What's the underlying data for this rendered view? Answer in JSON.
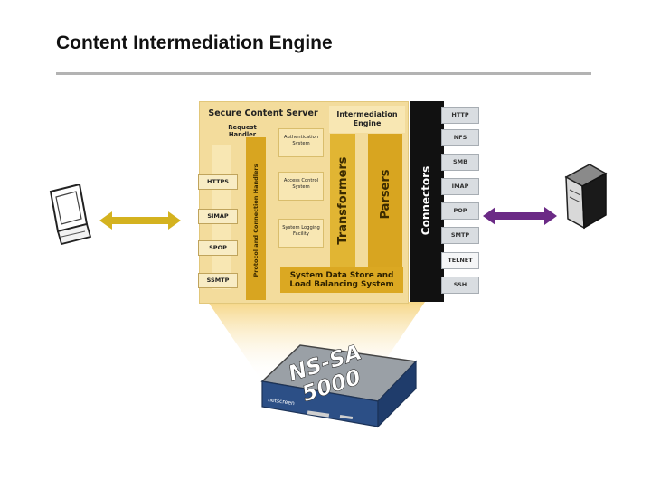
{
  "page": {
    "title": "Content Intermediation Engine"
  },
  "diagram": {
    "secure_server_label": "Secure Content Server",
    "request_handler_label": "Request Handler",
    "intermediation_engine_label": "Intermediation Engine",
    "protocol_handlers_label": "Protocol and Connection Handlers",
    "transformers_label": "Transformers",
    "parsers_label": "Parsers",
    "connectors_label": "Connectors",
    "system_data_store_label": "System Data Store and Load Balancing System",
    "services": [
      "Authentication System",
      "Access Control System",
      "System Logging Facility"
    ],
    "left_protocols": [
      "HTTPS",
      "SIMAP",
      "SPOP",
      "SSMTP"
    ],
    "right_protocols": [
      "HTTP",
      "NFS",
      "SMB",
      "IMAP",
      "POP",
      "SMTP",
      "TELNET",
      "SSH"
    ],
    "appliance_label": "NS-SA 5000",
    "colors": {
      "left_arrow": "#d4b21f",
      "right_arrow": "#6b2a86",
      "panel_background": "#f3dc9c",
      "connector_column": "#111111"
    }
  }
}
